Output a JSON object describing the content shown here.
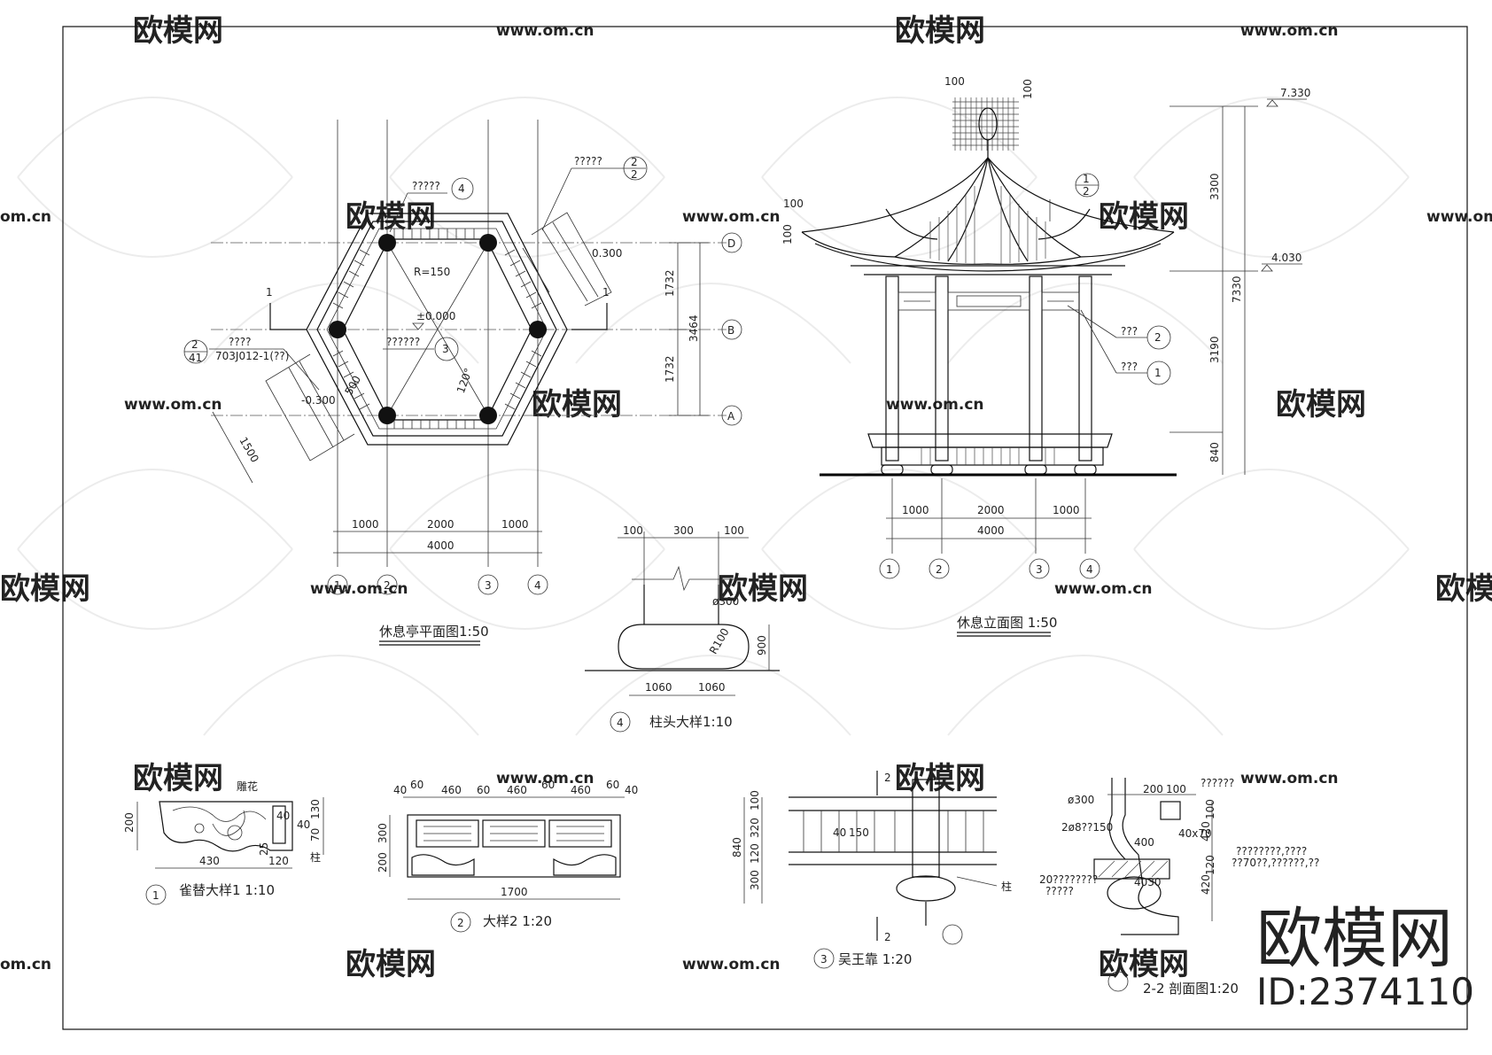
{
  "watermark": {
    "text": "欧模网",
    "url": "www.om.cn",
    "url_fragment": "om.cn"
  },
  "brand": {
    "name": "欧模网",
    "id": "ID:2374110"
  },
  "plan": {
    "title": "休息亭平面图1:50",
    "axis_numbers": [
      "1",
      "2",
      "3",
      "4"
    ],
    "axis_letters": [
      "D",
      "B",
      "A"
    ],
    "radius_label": "R=150",
    "level_center": "±0.000",
    "level_steps_left": "-0.300",
    "level_steps_right": "0.300",
    "dims_bottom": [
      "1000",
      "2000",
      "1000"
    ],
    "dim_total": "4000",
    "dims_right": [
      "1732",
      "1732"
    ],
    "dim_right_total": "3464",
    "dim_500": "500",
    "dim_1500": "1500",
    "angle": "120°",
    "section_marks": [
      "1",
      "1"
    ],
    "callout_note_top": "?????",
    "callout_note_right": "?????",
    "callout_note_center": "??????",
    "callout_note_left": "????",
    "callout_left_ref": "703J012-1(??)",
    "callout_4": "4",
    "callout_3": "3",
    "callout_2_top": "2",
    "callout_2_bottom": "2",
    "callout_left_num": "2",
    "callout_left_den": "41"
  },
  "elevation": {
    "title": "休息立面图 1:50",
    "levels": [
      "7.330",
      "4.030"
    ],
    "dims_bottom": [
      "1000",
      "2000",
      "1000"
    ],
    "dim_total": "4000",
    "dims_right": [
      "3300",
      "3190",
      "840"
    ],
    "dim_right_total": "7330",
    "axis_numbers": [
      "1",
      "2",
      "3",
      "4"
    ],
    "dim_top_100a": "100",
    "dim_top_100b": "100",
    "dim_left_100a": "100",
    "dim_left_100b": "100",
    "callout_notes": [
      "???",
      "???"
    ],
    "callout_1": "1",
    "callout_2": "2",
    "callout_top_num": "1",
    "callout_top_den": "2"
  },
  "capital": {
    "title": "柱头大样1:10",
    "number": "4",
    "dims_top": [
      "100",
      "300",
      "100"
    ],
    "dims_bottom": [
      "1060",
      "1060"
    ],
    "diameter": "ø300",
    "radius": "R100",
    "height": "900"
  },
  "detail1": {
    "title": "雀替大样1 1:10",
    "number": "1",
    "dims": [
      "200",
      "430",
      "120",
      "25",
      "40",
      "130",
      "70",
      "40"
    ],
    "notes": [
      "雕花",
      "柱"
    ]
  },
  "detail2": {
    "title": "大样2 1:20",
    "number": "2",
    "dims_top": [
      "40",
      "60",
      "460",
      "60",
      "460",
      "60",
      "460",
      "60",
      "40"
    ],
    "dims_left": [
      "300",
      "200"
    ],
    "dim_bottom": "1700"
  },
  "detail3": {
    "title": "吴王靠 1:20",
    "number": "3",
    "section_mark": "2",
    "section_mark_bottom": "2",
    "dims_left": [
      "100",
      "320",
      "120",
      "300"
    ],
    "dim_total": "840",
    "dims_inner": [
      "40",
      "150"
    ],
    "note": "柱"
  },
  "section22": {
    "title": "2-2 剖面图1:20",
    "dims": [
      "200",
      "100",
      "400",
      "40x70",
      "120",
      "4030",
      "420",
      "420",
      "100"
    ],
    "notes": [
      "??????",
      "ø300",
      "2ø8??150",
      "????????,????",
      "??70??,??????,??",
      "20????????",
      "?????"
    ]
  }
}
